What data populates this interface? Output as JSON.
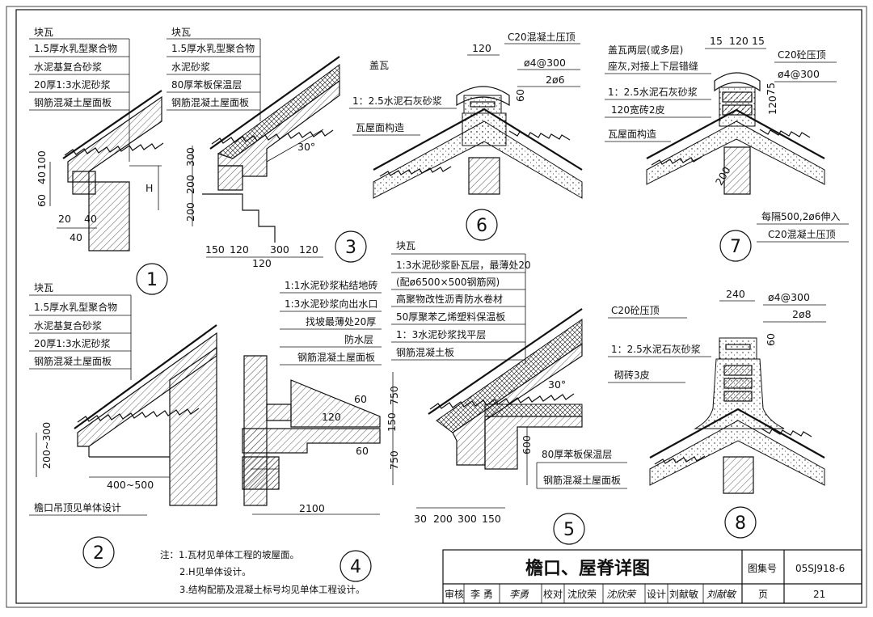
{
  "details": {
    "d1": {
      "number": "1",
      "labels": [
        "块瓦",
        "1.5厚水乳型聚合物",
        "水泥基复合砂浆",
        "20厚1:3水泥砂浆",
        "钢筋混凝土屋面板"
      ],
      "dims": [
        "60",
        "40",
        "100",
        "20",
        "40",
        "40",
        "H"
      ]
    },
    "d2": {
      "number": "2",
      "labels": [
        "块瓦",
        "1.5厚水乳型聚合物",
        "水泥基复合砂浆",
        "20厚1:3水泥砂浆",
        "钢筋混凝土屋面板"
      ],
      "dims": [
        "200~300",
        "400~500"
      ],
      "caption": "檐口吊顶见单体设计"
    },
    "d3": {
      "number": "3",
      "labels": [
        "块瓦",
        "1.5厚水乳型聚合物",
        "水泥砂浆",
        "80厚苯板保温层",
        "钢筋混凝土屋面板"
      ],
      "dims": [
        "200",
        "200",
        "300",
        "150",
        "120",
        "300",
        "120",
        "120",
        "30°"
      ]
    },
    "d4": {
      "number": "4",
      "labels": [
        "1:1水泥砂浆粘结地砖",
        "1:3水泥砂浆向出水口",
        "找坡最薄处20厚",
        "防水层",
        "钢筋混凝土屋面板"
      ],
      "dims": [
        "750",
        "150",
        "750",
        "60",
        "120",
        "60",
        "2100"
      ]
    },
    "d5": {
      "number": "5",
      "labels": [
        "块瓦",
        "1:3水泥砂浆卧瓦层，最薄处20",
        "(配ø6500×500钢筋网)",
        "高聚物改性沥青防水卷材",
        "50厚聚苯乙烯塑料保温板",
        "1：3水泥砂浆找平层",
        "钢筋混凝土板",
        "80厚苯板保温层",
        "钢筋混凝土屋面板"
      ],
      "dims": [
        "30°",
        "600",
        "30",
        "200",
        "300",
        "150"
      ]
    },
    "d6": {
      "number": "6",
      "labels": [
        "盖瓦",
        "C20混凝土压顶",
        "ø4@300",
        "2ø6",
        "1：2.5水泥石灰砂浆",
        "瓦屋面构造"
      ],
      "dims": [
        "120",
        "60"
      ]
    },
    "d7": {
      "number": "7",
      "labels": [
        "盖瓦两层(或多层)",
        "座灰,对接上下层错缝",
        "C20砼压顶",
        "ø4@300",
        "1：2.5水泥石灰砂浆",
        "120宽砖2皮",
        "瓦屋面构造",
        "每隔500,2ø6伸入",
        "C20混凝土压顶"
      ],
      "dims": [
        "15",
        "120",
        "15",
        "75",
        "120",
        "200"
      ]
    },
    "d8": {
      "number": "8",
      "labels": [
        "C20砼压顶",
        "ø4@300",
        "2ø8",
        "1：2.5水泥石灰砂浆",
        "砌砖3皮"
      ],
      "dims": [
        "240",
        "60"
      ]
    }
  },
  "notes": {
    "lines": [
      "注：1.瓦材见单体工程的坡屋面。",
      "2.H见单体设计。",
      "3.结构配筋及混凝土标号均见单体工程设计。"
    ]
  },
  "title_block": {
    "title": "檐口、屋脊详图",
    "atlas_label": "图集号",
    "atlas_value": "05SJ918-6",
    "page_label": "页",
    "page_value": "21",
    "review_label": "审核",
    "reviewer": "李 勇",
    "reviewer_sig": "李勇",
    "check_label": "校对",
    "checker": "沈欣荣",
    "checker_sig": "沈欣荣",
    "design_label": "设计",
    "designer": "刘献敏",
    "designer_sig": "刘献敏"
  }
}
